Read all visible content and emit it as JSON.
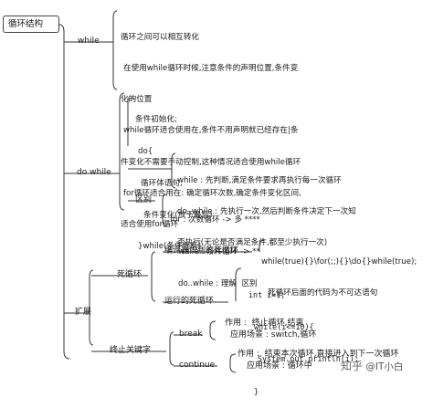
{
  "root": {
    "label": "循环结构"
  },
  "while": {
    "label": "while",
    "notes": [
      "循环之间可以相互转化",
      "在使用while循环时候,注意条件的声明位置,条件变",
      "化的位置",
      "while循环适合使用在,条件不用声明就已经存在|条",
      "件变化不需要手动控制,这种情况适合使用while循环",
      "for循环适合用在: 确定循环次数,确定条件变化区间,",
      "适合使用for循环"
    ]
  },
  "do_while": {
    "label": "do while",
    "syntax": [
      "条件初始化;",
      "do{",
      "循环体语句;",
      "条件变化(放于最后);",
      "}while(条件判断);"
    ],
    "diff_text": [
      "while : 先判断,满足条件要求再执行每一次循环",
      "do..while : 先执行一次,然后判断条件决定下一次知",
      "否执行(无论是否满足条件,都至少执行一次)"
    ],
    "qubie": {
      "label": "区别",
      "lines": [
        "for : 次数循环 -> 多 ****",
        "while : 条件循环 -> **",
        "do..while : 理解  区别"
      ]
    }
  },
  "kuozhan": {
    "label": "扩展",
    "dead_loop": {
      "label": "死循环",
      "compiler": {
        "label": "编译器识别的死循环",
        "lines": [
          "while(true){}\\for(;;){}\\do{}while(true);",
          "死循环后面的代码为不可达语句"
        ]
      },
      "runtime": {
        "label": "运行的死循环",
        "code": [
          "int i=1;",
          "while(i<=10){",
          "System.out.println(i);",
          "}"
        ]
      }
    },
    "terminate": {
      "label": "终止关键字",
      "break": {
        "label": "break",
        "usage": "作用 :  终止循环,结束",
        "scene": "应用场景 : switch,循环"
      },
      "continue": {
        "label": "continue",
        "usage": "作用 :  结束本次循环,直接进入到下一次循环",
        "scene": "应用场景 : 循环中"
      }
    }
  },
  "watermark": {
    "prefix": "知乎",
    "handle": "@IT小白"
  }
}
